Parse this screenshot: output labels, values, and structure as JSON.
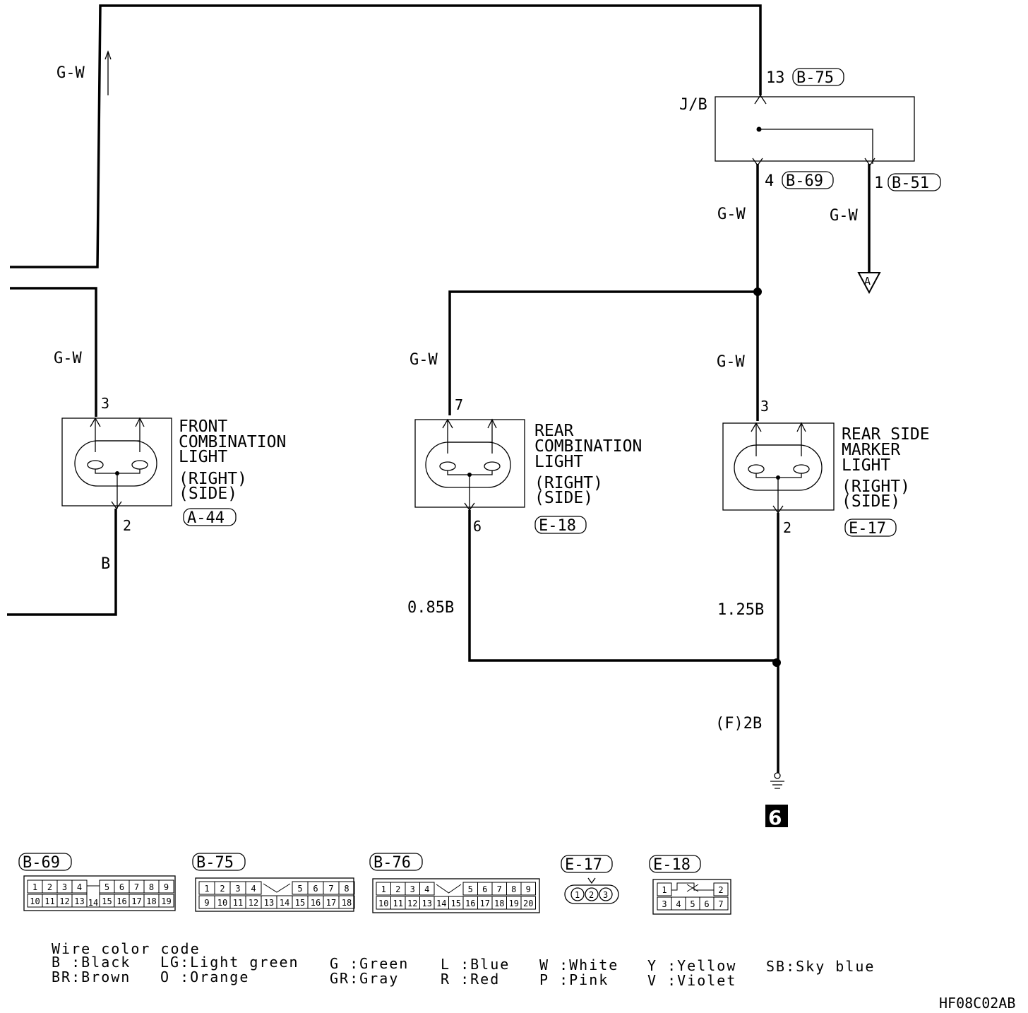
{
  "wires": {
    "top_left": "G-W",
    "front_in": "G-W",
    "front_out": "B",
    "rear_in": "G-W",
    "jb_out_4": "G-W",
    "jb_out_1": "G-W",
    "side_in": "G-W",
    "rear_out": "0.85B",
    "side_out": "1.25B",
    "ground_wire": "(F)2B"
  },
  "junction_block": {
    "label": "J/B",
    "pin_13": "13",
    "conn_13": "B-75",
    "pin_4": "4",
    "conn_4": "B-69",
    "pin_1": "1",
    "conn_1": "B-51"
  },
  "offpage": "A",
  "ground_number": "6",
  "components": [
    {
      "lines": [
        "FRONT",
        "COMBINATION",
        "LIGHT",
        "(RIGHT)",
        "(SIDE)"
      ],
      "pin_in": "3",
      "pin_out": "2",
      "connector": "A-44"
    },
    {
      "lines": [
        "REAR",
        "COMBINATION",
        "LIGHT",
        "(RIGHT)",
        "(SIDE)"
      ],
      "pin_in": "7",
      "pin_out": "6",
      "connector": "E-18"
    },
    {
      "lines": [
        "REAR SIDE",
        "MARKER",
        "LIGHT",
        "(RIGHT)",
        "(SIDE)"
      ],
      "pin_in": "3",
      "pin_out": "2",
      "connector": "E-17"
    }
  ],
  "connector_faces": [
    {
      "id": "B-69",
      "top": [
        "1",
        "2",
        "3",
        "4",
        "5",
        "6",
        "7",
        "8",
        "9"
      ],
      "bottom": [
        "10",
        "11",
        "12",
        "13",
        "15",
        "16",
        "17",
        "18",
        "19"
      ],
      "key": "14"
    },
    {
      "id": "B-75",
      "top": [
        "1",
        "2",
        "3",
        "4",
        "5",
        "6",
        "7",
        "8"
      ],
      "bottom": [
        "9",
        "10",
        "11",
        "12",
        "13",
        "14",
        "15",
        "16",
        "17",
        "18"
      ]
    },
    {
      "id": "B-76",
      "top": [
        "1",
        "2",
        "3",
        "4",
        "5",
        "6",
        "7",
        "8",
        "9"
      ],
      "bottom": [
        "10",
        "11",
        "12",
        "13",
        "14",
        "15",
        "16",
        "17",
        "18",
        "19",
        "20"
      ]
    },
    {
      "id": "E-17",
      "pins": [
        "1",
        "2",
        "3"
      ]
    },
    {
      "id": "E-18",
      "top": [
        "1",
        "2"
      ],
      "bottom": [
        "3",
        "4",
        "5",
        "6",
        "7"
      ]
    }
  ],
  "legend": {
    "title": "Wire color code",
    "columns": [
      [
        "B :Black",
        "BR:Brown"
      ],
      [
        "LG:Light green",
        "O :Orange"
      ],
      [
        "G :Green",
        "GR:Gray"
      ],
      [
        "L :Blue",
        "R :Red"
      ],
      [
        "W :White",
        "P :Pink"
      ],
      [
        "Y :Yellow",
        "V :Violet"
      ],
      [
        "SB:Sky blue"
      ]
    ]
  },
  "figure_code": "HF08C02AB"
}
